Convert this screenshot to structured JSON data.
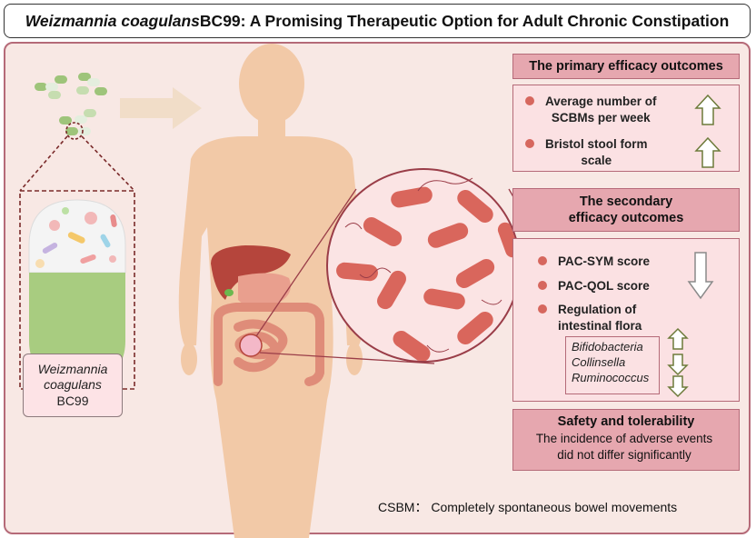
{
  "title": {
    "italic_part": "Weizmannia coagulans",
    "rest": " BC99: A Promising Therapeutic Option for Adult Chronic Constipation"
  },
  "strain_label": {
    "line1": "Weizmannia",
    "line2": "coagulans",
    "line3": "BC99"
  },
  "illustration": {
    "icons": [
      "probiotic-pills-icon",
      "capsule-icon",
      "arrow-right-icon",
      "human-body-icon",
      "liver-icon",
      "stomach-icon",
      "intestine-icon",
      "bacteria-magnifier-icon"
    ]
  },
  "primary": {
    "header": "The primary efficacy outcomes",
    "items": [
      {
        "label_line1": "Average number of",
        "label_line2": "SCBMs per week",
        "direction": "up"
      },
      {
        "label_line1": "Bristol stool form",
        "label_line2": "scale",
        "direction": "up"
      }
    ]
  },
  "secondary": {
    "header_line1": "The secondary",
    "header_line2": "efficacy outcomes",
    "items": [
      {
        "label": "PAC-SYM score"
      },
      {
        "label": "PAC-QOL score"
      },
      {
        "label_line1": "Regulation of",
        "label_line2": "intestinal flora"
      }
    ],
    "scores_direction": "down",
    "flora": [
      {
        "name": "Bifidobacteria",
        "direction": "up"
      },
      {
        "name": "Collinsella",
        "direction": "down"
      },
      {
        "name": "Ruminococcus",
        "direction": "down"
      }
    ]
  },
  "safety": {
    "header": "Safety and tolerability",
    "text_line1": "The incidence of adverse events",
    "text_line2": "did not differ significantly"
  },
  "footnote": "CSBM： Completely spontaneous bowel movements",
  "colors": {
    "panel_bg": "#f8e8e4",
    "header_pink": "#e6a7af",
    "box_pink": "#fbe1e3",
    "border": "#b56a78",
    "bacteria": "#d9665c",
    "capsule_green": "#a8cc80",
    "skin": "#f2c9a7"
  }
}
